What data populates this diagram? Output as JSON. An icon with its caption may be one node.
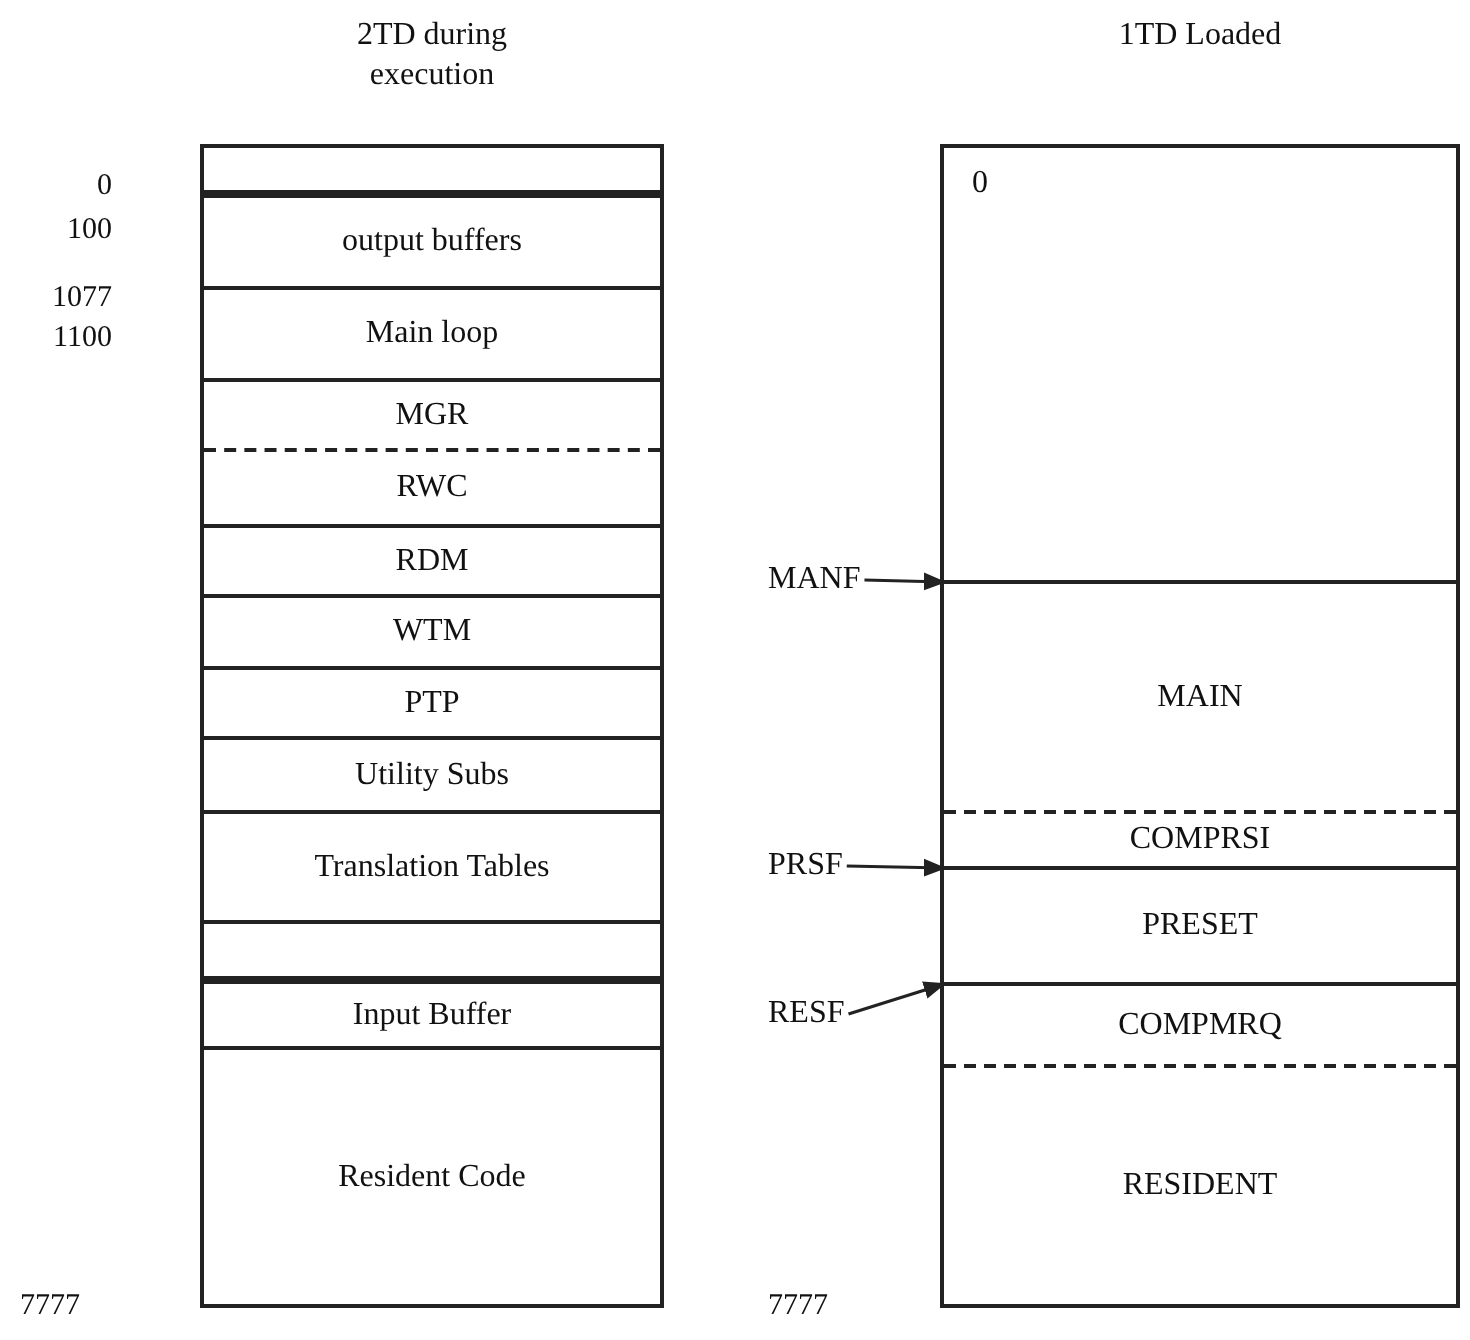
{
  "diagram": {
    "nodes": [
      {
        "text": [
          "2TD during execution"
        ]
      },
      {
        "text": [],
        "shape": "box",
        "in": 0
      },
      {
        "text": [
          "output buffers"
        ],
        "in": 0
      },
      {
        "text": [
          "Main loop"
        ],
        "in": 0
      },
      {
        "text": [
          "MGR"
        ],
        "in": 0
      },
      {
        "text": [
          "RWC"
        ],
        "in": 0
      },
      {
        "text": [
          "RDM"
        ],
        "in": 0
      },
      {
        "text": [
          "WTM"
        ],
        "in": 0
      },
      {
        "text": [
          "PTP"
        ],
        "in": 0
      },
      {
        "text": [
          "Utility Subs"
        ],
        "in": 0
      },
      {
        "text": [
          "Translation Tables"
        ],
        "in": 0
      },
      {
        "text": [],
        "shape": "box",
        "in": 0
      },
      {
        "text": [
          "Input Buffer"
        ],
        "in": 0
      },
      {
        "text": [
          "Resident Code"
        ],
        "in": 0
      },
      {
        "text": [
          "1TD Loaded"
        ]
      },
      {
        "text": [
          "0"
        ],
        "in": 14
      },
      {
        "text": [
          "MAIN"
        ],
        "in": 14
      },
      {
        "text": [
          "COMPRSI"
        ],
        "in": 14
      },
      {
        "text": [
          "PRESET"
        ],
        "in": 14
      },
      {
        "text": [
          "COMPMRQ"
        ],
        "in": 14
      },
      {
        "text": [
          "RESIDENT"
        ],
        "in": 14
      },
      {
        "text": [
          "MANF"
        ]
      },
      {
        "text": [
          "PRSF"
        ]
      },
      {
        "text": [
          "RESF"
        ]
      }
    ],
    "edges": [
      {
        "from": 21,
        "to": 16,
        "arrow": "to"
      },
      {
        "from": 22,
        "to": 18,
        "arrow": "to"
      },
      {
        "from": 23,
        "to": 19,
        "arrow": "to"
      }
    ],
    "labels": [
      "0",
      "100",
      "1077",
      "1100",
      "7777",
      "7777"
    ]
  }
}
